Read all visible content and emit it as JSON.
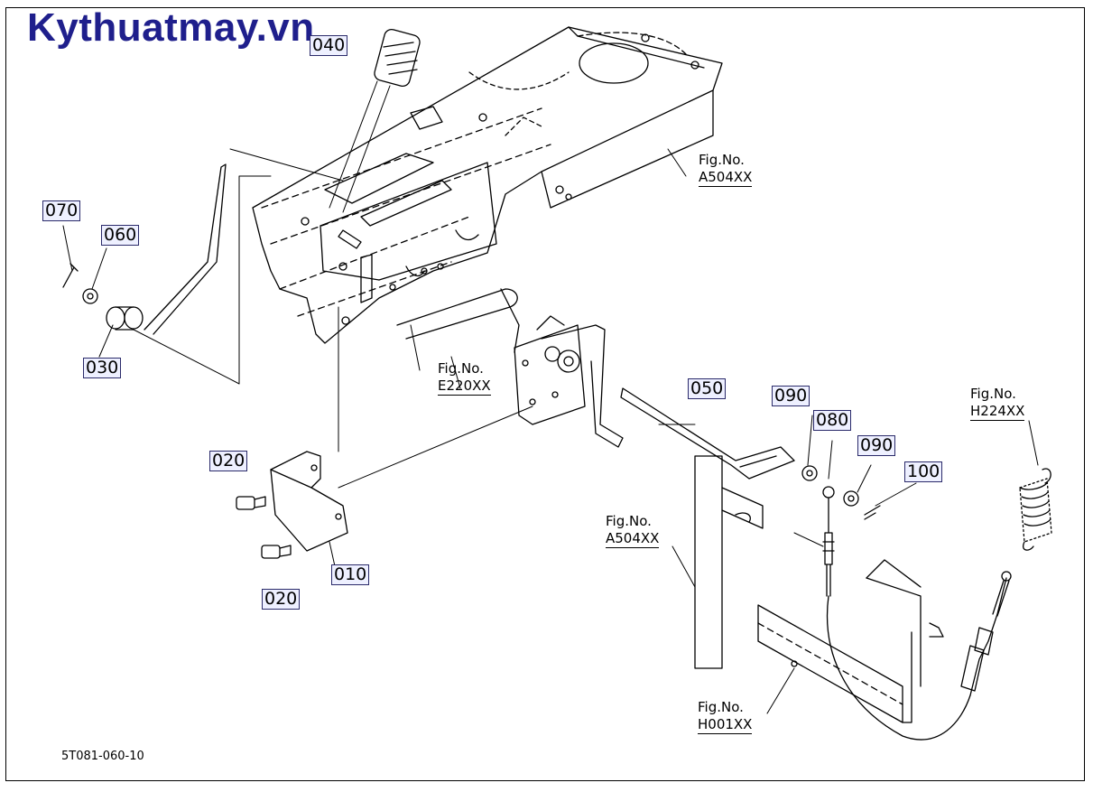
{
  "watermark": "Kythuatmay.vn",
  "drawing_number": "5T081-060-10",
  "parts": {
    "p040": "040",
    "p070": "070",
    "p060": "060",
    "p030": "030",
    "p020a": "020",
    "p020b": "020",
    "p010": "010",
    "p050": "050",
    "p090a": "090",
    "p080": "080",
    "p090b": "090",
    "p100": "100"
  },
  "fig_refs": {
    "a504_top": {
      "line1": "Fig.No.",
      "line2": "A504XX"
    },
    "e220": {
      "line1": "Fig.No.",
      "line2": "E220XX"
    },
    "a504_mid": {
      "line1": "Fig.No.",
      "line2": "A504XX"
    },
    "h224": {
      "line1": "Fig.No.",
      "line2": "H224XX"
    },
    "h001": {
      "line1": "Fig.No.",
      "line2": "H001XX"
    }
  },
  "colors": {
    "ink": "#000000",
    "watermark": "#1f1f8c",
    "label_bg": "#eef0ff",
    "label_border": "#2a2a6a"
  }
}
